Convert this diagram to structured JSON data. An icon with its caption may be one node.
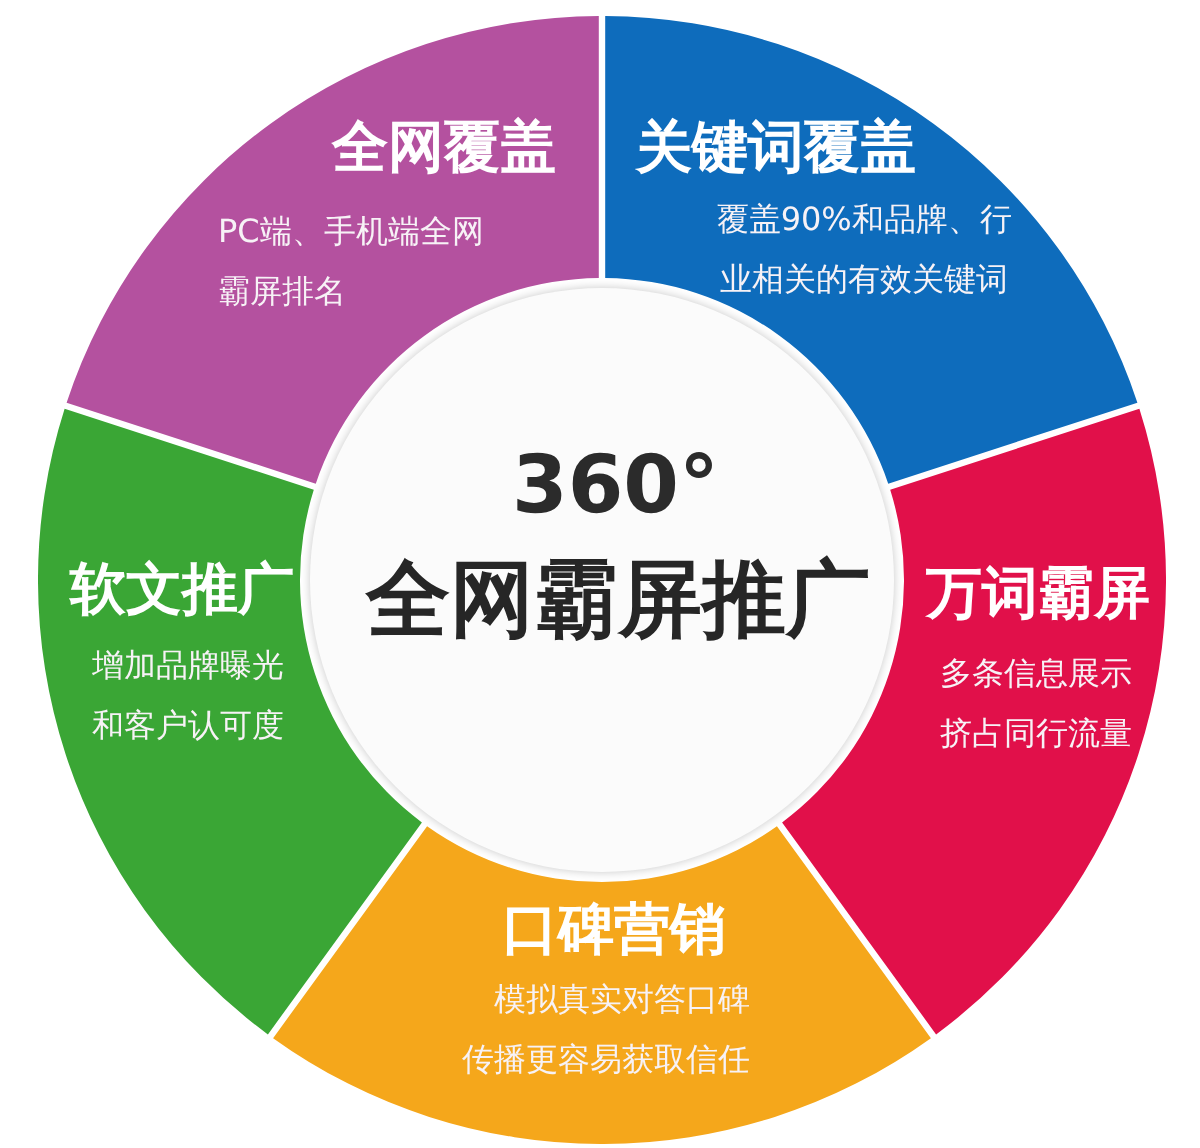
{
  "diagram": {
    "nodes": [
      {
        "text": [
          "全网覆盖",
          "PC端、手机端全网霸屏排名"
        ]
      },
      {
        "text": [
          "关键词覆盖",
          "覆盖90%和品牌、行业相关的有效关键词"
        ]
      },
      {
        "text": [
          "360°",
          "全网霸屏推广"
        ]
      },
      {
        "text": [
          "软文推广",
          "增加品牌曝光和客户认可度"
        ]
      },
      {
        "text": [
          "万词霸屏",
          "多条信息展示挤占同行流量"
        ]
      },
      {
        "text": [
          "口碑营销",
          "模拟真实对答口碑传播更容易获取信任"
        ]
      }
    ]
  }
}
